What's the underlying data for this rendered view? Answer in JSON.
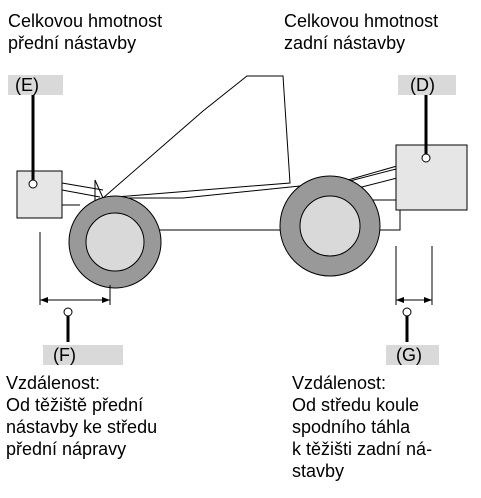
{
  "top_left": {
    "lines": [
      "Celkovou hmotnost",
      "přední nástavby"
    ],
    "tag": "(E)"
  },
  "top_right": {
    "lines": [
      "Celkovou hmotnost",
      "zadní nástavby"
    ],
    "tag": "(D)"
  },
  "bottom_left": {
    "tag": "(F)",
    "lines": [
      "Vzdálenost:",
      "Od těžiště přední",
      "nástavby ke středu",
      "přední nápravy"
    ]
  },
  "bottom_right": {
    "tag": "(G)",
    "lines": [
      "Vzdálenost:",
      "Od středu koule",
      "spodního táhla",
      "k těžišti zadní ná-",
      "stavby"
    ]
  }
}
